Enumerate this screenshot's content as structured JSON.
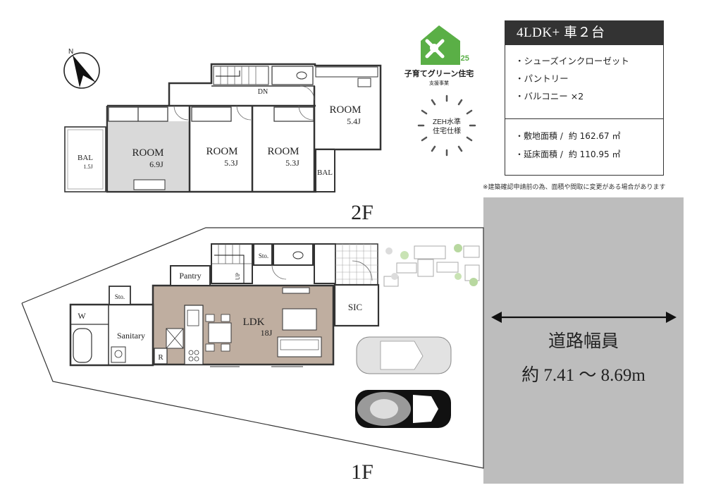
{
  "summary": {
    "title": "4LDK+ 車２台",
    "features": [
      "・シューズインクローゼット",
      "・パントリー",
      "・バルコニー ×2"
    ],
    "site_area_label": "・敷地面積 /",
    "site_area_value": "約 162.67 ㎡",
    "floor_area_label": "・延床面積 /",
    "floor_area_value": "約 110.95 ㎡",
    "note": "※建築確認申請前の為、面積や間取に変更がある場合があります"
  },
  "badges": {
    "logo_year": "'25",
    "logo_title": "子育てグリーン住宅",
    "logo_sub": "支援事業",
    "zeh_line1": "ZEH水準",
    "zeh_line2": "住宅仕様"
  },
  "compass": {
    "letter": "N"
  },
  "floor2": {
    "label": "2F",
    "dn": "DN",
    "rooms": [
      {
        "name": "ROOM",
        "size": "6.9J"
      },
      {
        "name": "ROOM",
        "size": "5.3J"
      },
      {
        "name": "ROOM",
        "size": "5.3J"
      },
      {
        "name": "ROOM",
        "size": "5.4J"
      }
    ],
    "bal_left": {
      "name": "BAL",
      "size": "1.5J"
    },
    "bal_right": "BAL"
  },
  "floor1": {
    "label": "1F",
    "ldk": {
      "name": "LDK",
      "size": "18J"
    },
    "pantry": "Pantry",
    "sic": "SIC",
    "sanitary": "Sanitary",
    "w": "W",
    "sto1": "Sto.",
    "sto2": "Sto.",
    "r": "R",
    "up": "UP"
  },
  "road": {
    "line1": "道路幅員",
    "line2": "約 7.41 〜 8.69m"
  },
  "colors": {
    "ldk_floor": "#bfaea0",
    "room_gray": "#d9d9d9",
    "road": "#bdbdbd",
    "wall": "#333333",
    "logo_green": "#5aaf46",
    "header_dark": "#333333"
  }
}
